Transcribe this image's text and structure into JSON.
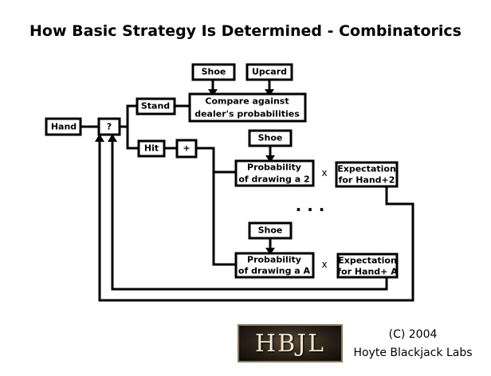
{
  "title": "How Basic Strategy Is Determined - Combinatorics",
  "nodes": {
    "hand": "Hand",
    "decision": "?",
    "stand": "Stand",
    "hit": "Hit",
    "plus": "+",
    "shoe_top": "Shoe",
    "upcard": "Upcard",
    "compare_line1": "Compare against",
    "compare_line2": "dealer's probabilities",
    "shoe_mid": "Shoe",
    "prob2_line1": "Probability",
    "prob2_line2": "of drawing a 2",
    "exp2_line1": "Expectation",
    "exp2_line2": "for Hand+2",
    "shoe_low": "Shoe",
    "probA_line1": "Probability",
    "probA_line2": "of drawing a A",
    "expA_line1": "Expectation",
    "expA_line2": "for Hand+ A",
    "times_1": "x",
    "times_2": "x",
    "ellipsis": ". . ."
  },
  "footer": {
    "logo_text": "HBJL",
    "copyright": "(C) 2004",
    "lab": "Hoyte Blackjack Labs"
  }
}
